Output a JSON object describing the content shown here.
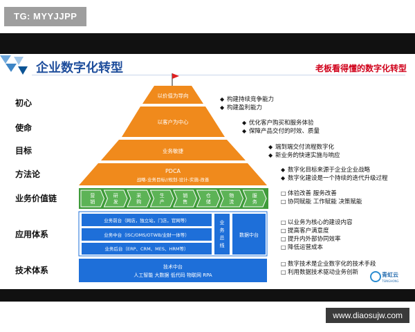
{
  "watermark": "TG: MYYJJPP",
  "slide": {
    "title": "企业数字化转型",
    "subtitle": "老板看得懂的数字化转型"
  },
  "row_labels": [
    "初心",
    "使命",
    "目标",
    "方法论",
    "业务价值链",
    "应用体系",
    "技术体系"
  ],
  "pyramid": {
    "top": "以价值为导向",
    "mission": "以客户为中心",
    "goal": "业务敏捷",
    "method_title": "PDCA",
    "method_sub": "战略-业务目标//规划-设计-实施-改善"
  },
  "value_chain": [
    "营销",
    "研发",
    "采购",
    "生产",
    "销售",
    "仓储",
    "物流",
    "服务"
  ],
  "apps": {
    "front": "业务前台（网店，独立站，门店，官网等）",
    "middle": "业务中台（ISC/OMS/OTWB/业财一体等）",
    "back": "业务后台（ERP、CRM、MES、HRM等）",
    "bus": "业务总线",
    "data": "数据中台"
  },
  "tech": {
    "line1": "技术中台",
    "line2": "人工智能 大数据 低代码 物联网 RPA"
  },
  "descriptions": {
    "d1": [
      "构建持续竞争能力",
      "构建盈利能力"
    ],
    "d2": [
      "优化客户购买和服务体验",
      "保障产品交付的时效、质量"
    ],
    "d3": [
      "端到端交付流程数字化",
      "新业务的快速实施与响应"
    ],
    "d4": [
      "数字化目标来源于企业企业战略",
      "数字化建设是一个持续的迭代升级过程"
    ],
    "d5": [
      "体验改善 服务改善",
      "协同赋能 工作赋能 决策赋能"
    ],
    "d6": [
      "以业务为核心的建设内容",
      "提高客户满意度",
      "提升内外部协同效率",
      "降低运营成本"
    ],
    "d7": [
      "数字技术是企业数字化的技术手段",
      "利用数据技术驱动业务创新"
    ]
  },
  "logo": {
    "text": "青虹云",
    "sub": "TSINGHONG"
  },
  "site_url": "www.diaosujw.com",
  "colors": {
    "orange": "#f08a1c",
    "green": "#3f9b3a",
    "blue": "#1e6fd9",
    "red_flag": "#e02020",
    "title_blue": "#1f4e9c",
    "subtitle_red": "#d0021b"
  }
}
